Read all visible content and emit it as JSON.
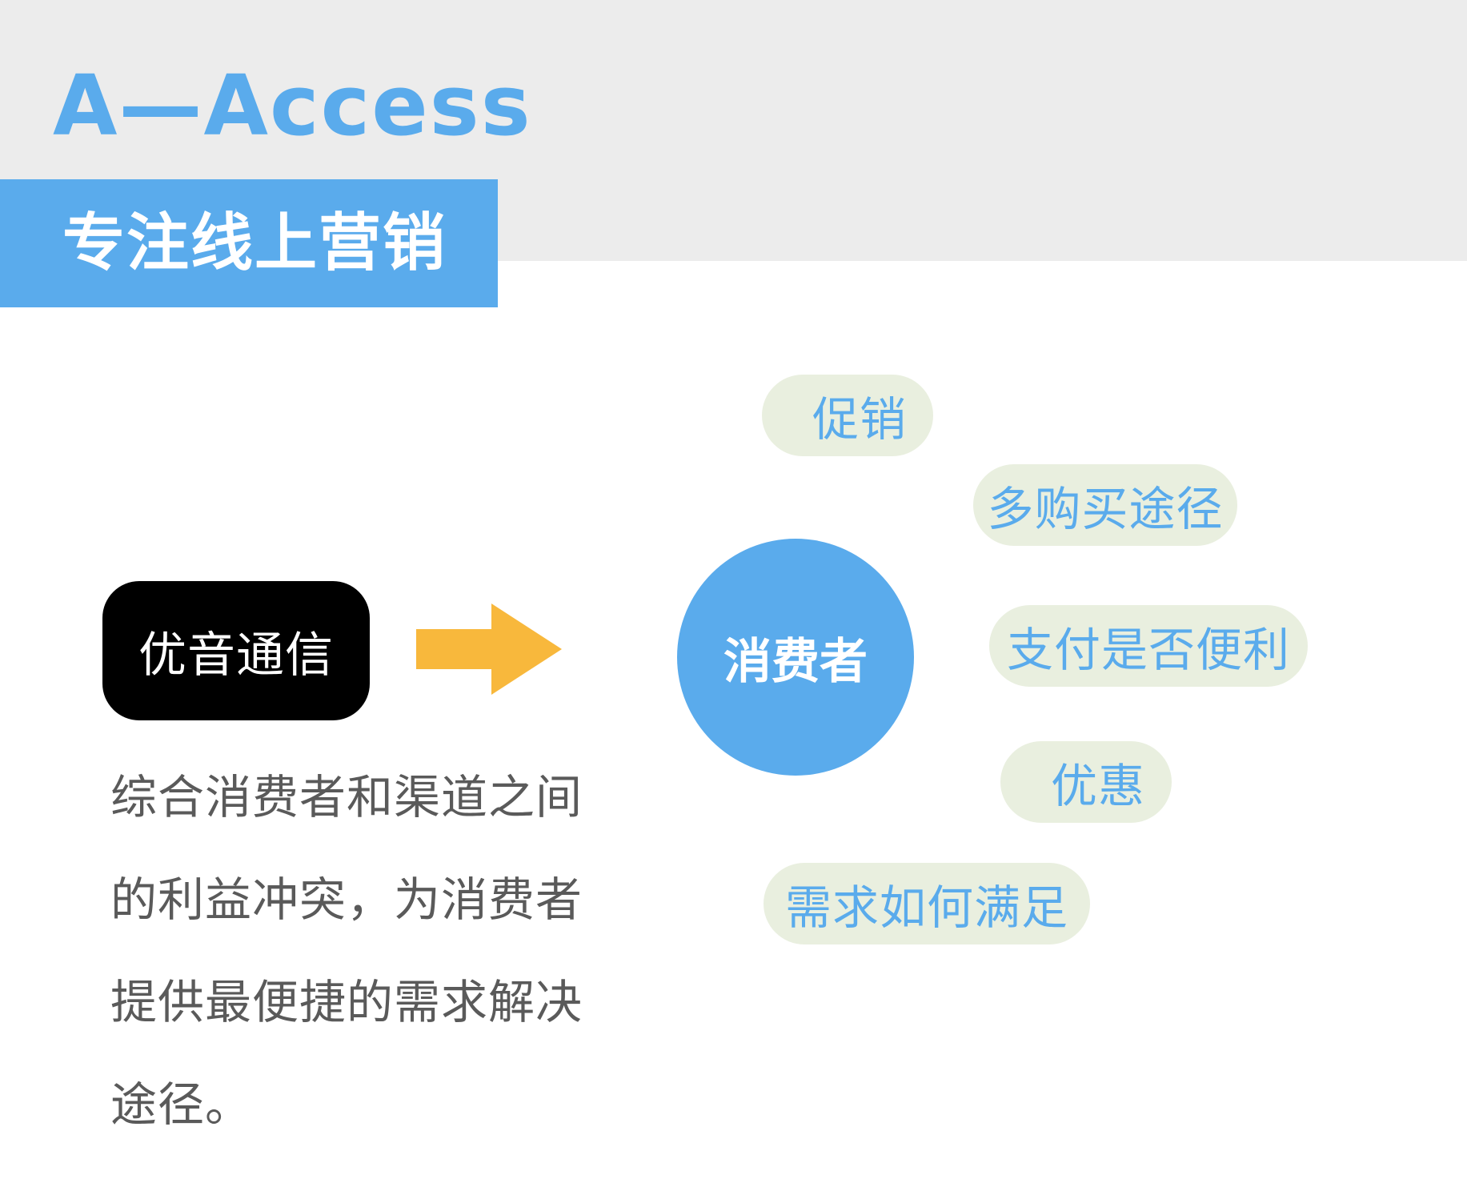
{
  "header": {
    "title": "A—Access",
    "subtitle": "专注线上营销"
  },
  "brand": {
    "label": "优音通信"
  },
  "description": "综合消费者和渠道之间的利益冲突，为消费者提供最便捷的需求解决途径。",
  "center": {
    "label": "消费者"
  },
  "needs": [
    {
      "label": "促销"
    },
    {
      "label": "多购买途径"
    },
    {
      "label": "支付是否便利"
    },
    {
      "label": "优惠"
    },
    {
      "label": "需求如何满足"
    }
  ],
  "colors": {
    "accent": "#5aabec",
    "arrow": "#f8b83c",
    "pill_bg": "#e9efdf",
    "header_bg": "#ececec",
    "text_gray": "#5a5a5a"
  }
}
